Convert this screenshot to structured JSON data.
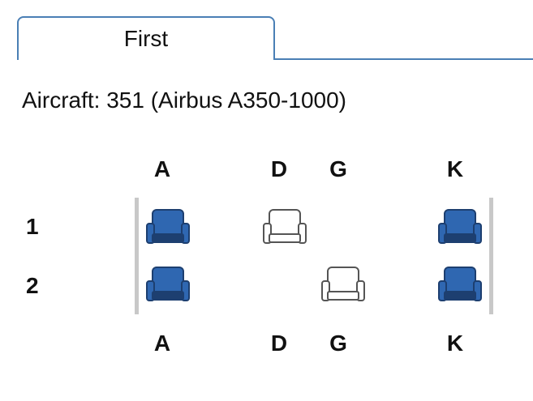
{
  "tabs": [
    {
      "label": "First",
      "active": true
    }
  ],
  "aircraft_text": "Aircraft: 351 (Airbus A350-1000)",
  "columns": [
    "A",
    "D",
    "G",
    "K"
  ],
  "rows": [
    "1",
    "2"
  ],
  "seats": [
    {
      "row": "1",
      "col": "A",
      "status": "occupied"
    },
    {
      "row": "1",
      "col": "D",
      "status": "available"
    },
    {
      "row": "1",
      "col": "K",
      "status": "occupied"
    },
    {
      "row": "2",
      "col": "A",
      "status": "occupied"
    },
    {
      "row": "2",
      "col": "G",
      "status": "available"
    },
    {
      "row": "2",
      "col": "K",
      "status": "occupied"
    }
  ],
  "colors": {
    "tab_border": "#4a7fb5",
    "seat_occupied_fill": "#2f67b1",
    "seat_occupied_dark": "#1d3f70",
    "seat_available_fill": "#ffffff",
    "seat_available_stroke": "#555555",
    "wall": "#c8c8c8"
  }
}
